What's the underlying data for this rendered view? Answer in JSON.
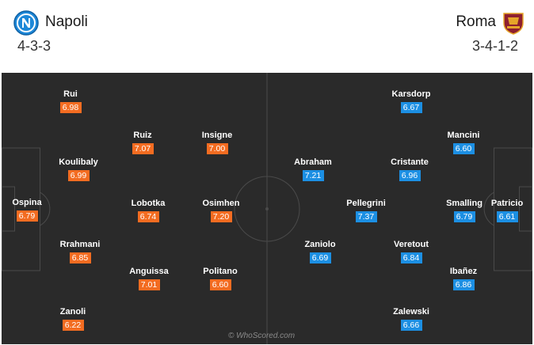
{
  "header": {
    "home": {
      "name": "Napoli",
      "formation": "4-3-3",
      "crest_icon": "napoli-crest-icon",
      "crest_color": "#1e88d8"
    },
    "away": {
      "name": "Roma",
      "formation": "3-4-1-2",
      "crest_icon": "roma-crest-icon",
      "crest_color": "#8e1f2f"
    }
  },
  "colors": {
    "pitch": "#2a2a2a",
    "home_rating": "#f36c21",
    "away_rating": "#1c8fe3",
    "lines": "#4a4a4a"
  },
  "home_players": [
    {
      "name": "Ospina",
      "rating": "6.79"
    },
    {
      "name": "Rui",
      "rating": "6.98"
    },
    {
      "name": "Koulibaly",
      "rating": "6.99"
    },
    {
      "name": "Rrahmani",
      "rating": "6.85"
    },
    {
      "name": "Zanoli",
      "rating": "6.22"
    },
    {
      "name": "Ruiz",
      "rating": "7.07"
    },
    {
      "name": "Lobotka",
      "rating": "6.74"
    },
    {
      "name": "Anguissa",
      "rating": "7.01"
    },
    {
      "name": "Insigne",
      "rating": "7.00"
    },
    {
      "name": "Osimhen",
      "rating": "7.20"
    },
    {
      "name": "Politano",
      "rating": "6.60"
    }
  ],
  "away_players": [
    {
      "name": "Patricio",
      "rating": "6.61"
    },
    {
      "name": "Mancini",
      "rating": "6.60"
    },
    {
      "name": "Smalling",
      "rating": "6.79"
    },
    {
      "name": "Ibañez",
      "rating": "6.86"
    },
    {
      "name": "Karsdorp",
      "rating": "6.67"
    },
    {
      "name": "Cristante",
      "rating": "6.96"
    },
    {
      "name": "Veretout",
      "rating": "6.84"
    },
    {
      "name": "Zalewski",
      "rating": "6.66"
    },
    {
      "name": "Pellegrini",
      "rating": "7.37"
    },
    {
      "name": "Abraham",
      "rating": "7.21"
    },
    {
      "name": "Zaniolo",
      "rating": "6.69"
    }
  ],
  "watermark": "© WhoScored.com"
}
